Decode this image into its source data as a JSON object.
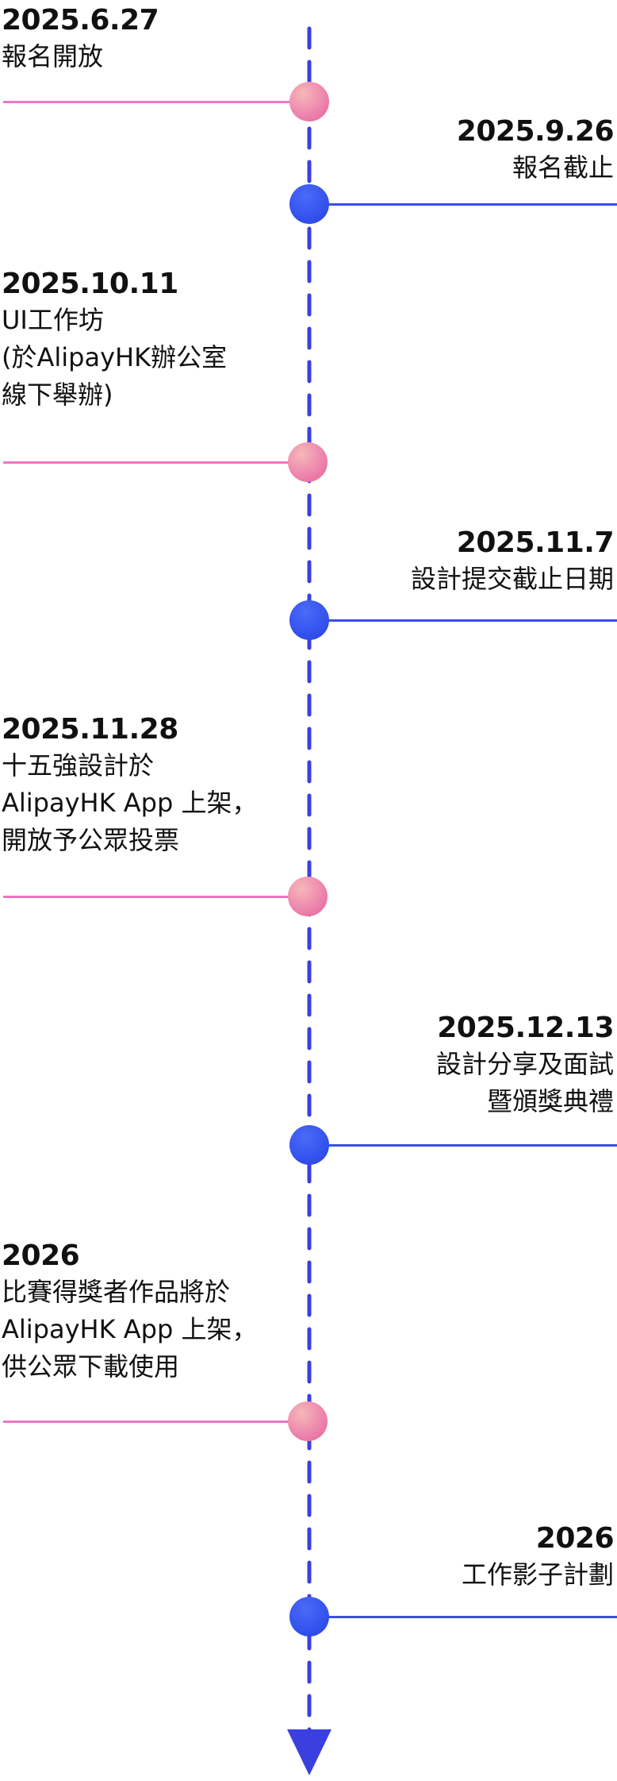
{
  "colors": {
    "axis": "#3b3fe0",
    "pink_line": "#ec76c4",
    "blue_line": "#3b4fe0",
    "pink_dot": "#ef8fb0",
    "blue_dot": "#3452ee"
  },
  "events": [
    {
      "date": "2025.6.27",
      "lines": [
        "報名開放"
      ]
    },
    {
      "date": "2025.9.26",
      "lines": [
        "報名截止"
      ]
    },
    {
      "date": "2025.10.11",
      "lines": [
        "UI工作坊",
        "(於AlipayHK辦公室",
        "線下舉辦)"
      ]
    },
    {
      "date": "2025.11.7",
      "lines": [
        "設計提交截止日期"
      ]
    },
    {
      "date": "2025.11.28",
      "lines": [
        "十五強設計於",
        "AlipayHK App 上架，",
        "開放予公眾投票"
      ]
    },
    {
      "date": "2025.12.13",
      "lines": [
        "設計分享及面試",
        "暨頒獎典禮"
      ]
    },
    {
      "date": "2026",
      "lines": [
        "比賽得獎者作品將於",
        "AlipayHK App 上架，",
        "供公眾下載使用"
      ]
    },
    {
      "date": "2026",
      "lines": [
        "工作影子計劃"
      ]
    }
  ]
}
